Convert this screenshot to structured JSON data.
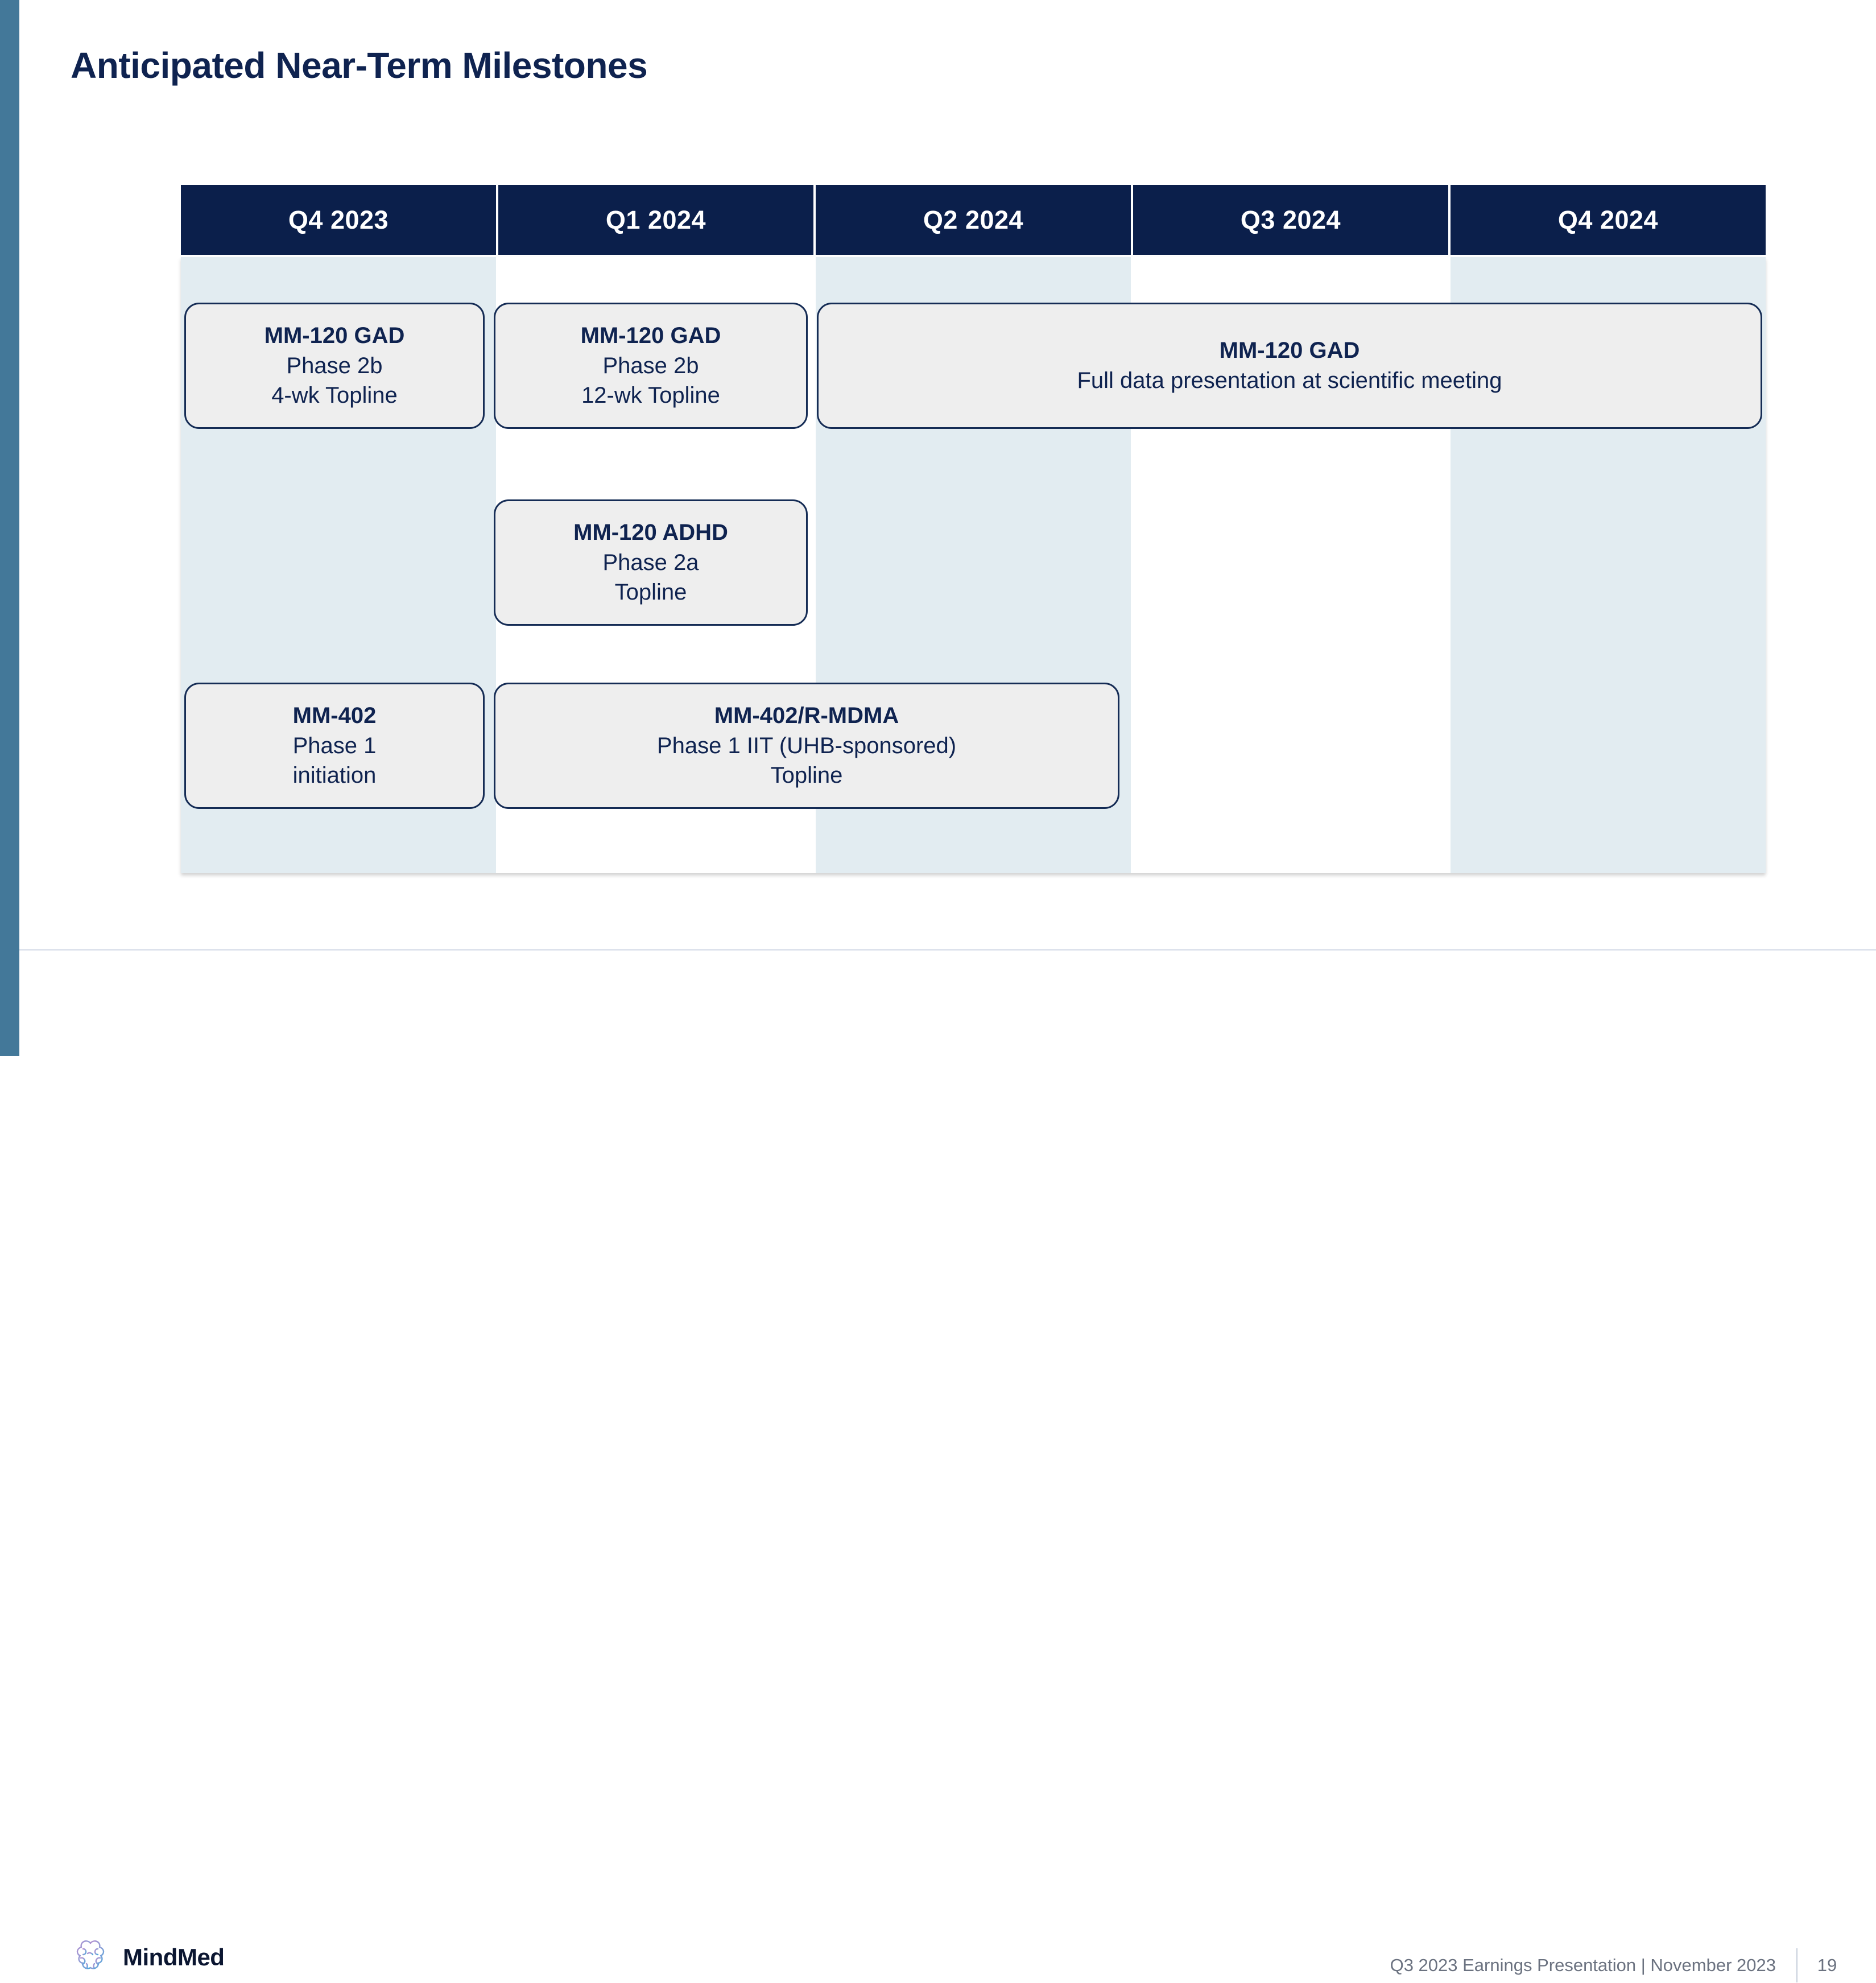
{
  "slide": {
    "title": "Anticipated Near-Term Milestones",
    "accent_color": "#437899",
    "header_color": "#0b1f4b",
    "shaded_column_color": "#e2ecf1",
    "box_fill_color": "#eeeeee",
    "box_border_color": "#152c55",
    "text_color": "#0f2350"
  },
  "timeline": {
    "columns": [
      {
        "label": "Q4 2023",
        "shaded": true
      },
      {
        "label": "Q1 2024",
        "shaded": false
      },
      {
        "label": "Q2 2024",
        "shaded": true
      },
      {
        "label": "Q3 2024",
        "shaded": false
      },
      {
        "label": "Q4 2024",
        "shaded": true
      }
    ],
    "milestones": [
      {
        "id": "mm120-gad-4wk",
        "title": "MM-120 GAD",
        "lines": [
          "Phase 2b",
          "4-wk Topline"
        ],
        "start_column": "Q4 2023",
        "end_column": "Q4 2023",
        "row": 1
      },
      {
        "id": "mm120-gad-12wk",
        "title": "MM-120 GAD",
        "lines": [
          "Phase 2b",
          "12-wk Topline"
        ],
        "start_column": "Q1 2024",
        "end_column": "Q1 2024",
        "row": 1
      },
      {
        "id": "mm120-gad-full-data",
        "title": "MM-120 GAD",
        "lines": [
          "Full data presentation at scientific meeting"
        ],
        "start_column": "Q2 2024",
        "end_column": "Q4 2024",
        "row": 1
      },
      {
        "id": "mm120-adhd",
        "title": "MM-120 ADHD",
        "lines": [
          "Phase 2a",
          "Topline"
        ],
        "start_column": "Q1 2024",
        "end_column": "Q1 2024",
        "row": 2
      },
      {
        "id": "mm402",
        "title": "MM-402",
        "lines": [
          "Phase 1",
          "initiation"
        ],
        "start_column": "Q4 2023",
        "end_column": "Q4 2023",
        "row": 3
      },
      {
        "id": "mm402-r-mdma",
        "title": "MM-402/R-MDMA",
        "lines": [
          "Phase 1 IIT (UHB-sponsored)",
          "Topline"
        ],
        "start_column": "Q1 2024",
        "end_column": "Q2 2024",
        "row": 3
      }
    ]
  },
  "footer": {
    "brand_name": "MindMed",
    "brand_icon": "brain-icon",
    "meta_text": "Q3 2023 Earnings Presentation | November 2023",
    "page_number": "19"
  }
}
